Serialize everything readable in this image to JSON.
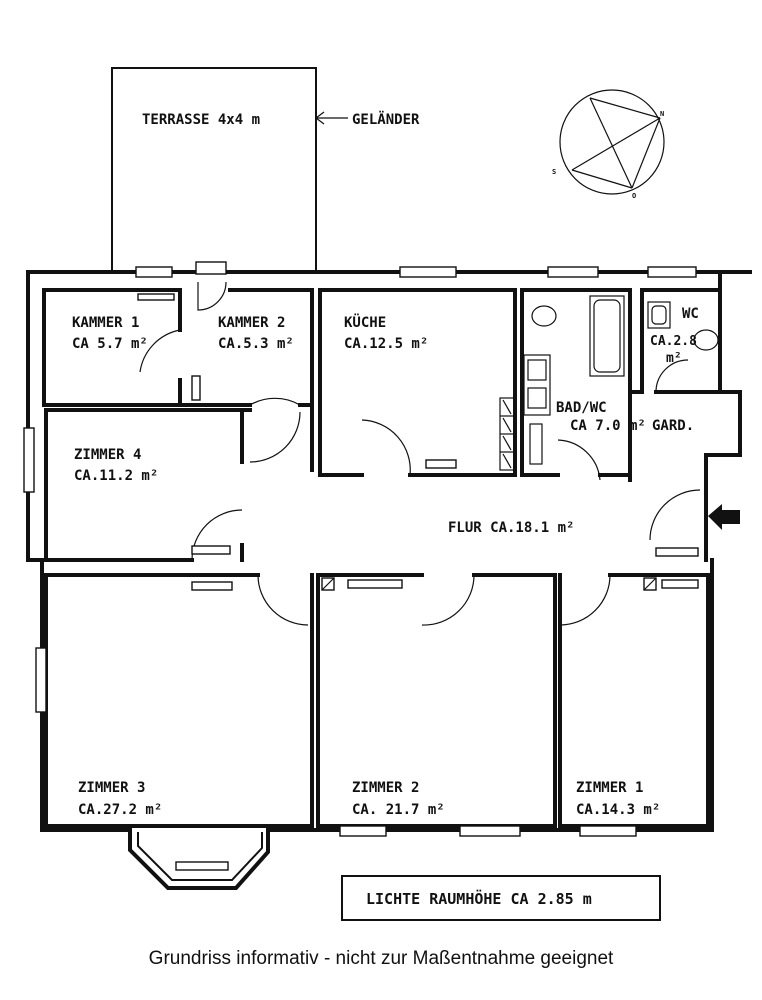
{
  "rooms": {
    "terrace": "TERRASSE 4x4 m",
    "railing": "GELÄNDER",
    "kammer1_name": "KAMMER 1",
    "kammer1_area": "CA 5.7 m²",
    "kammer2_name": "KAMMER 2",
    "kammer2_area": "CA.5.3 m²",
    "kueche_name": "KÜCHE",
    "kueche_area": "CA.12.5 m²",
    "bad_name": "BAD/WC",
    "bad_area": "CA 7.0 m²",
    "wc_name": "WC",
    "wc_area_1": "CA.2.8",
    "wc_area_2": "m²",
    "gard": "GARD.",
    "zimmer4_name": "ZIMMER 4",
    "zimmer4_area": "CA.11.2 m²",
    "flur": "FLUR CA.18.1 m²",
    "zimmer3_name": "ZIMMER 3",
    "zimmer3_area": "CA.27.2 m²",
    "zimmer2_name": "ZIMMER 2",
    "zimmer2_area": "CA. 21.7 m²",
    "zimmer1_name": "ZIMMER 1",
    "zimmer1_area": "CA.14.3 m²"
  },
  "compass": {
    "n": "N",
    "s": "S",
    "o": "O"
  },
  "height_note": "LICHTE RAUMHÖHE CA 2.85 m",
  "caption": "Grundriss informativ - nicht zur Maßentnahme geeignet",
  "icons": {
    "entrance": "entrance-arrow-icon",
    "compass": "compass-icon"
  }
}
